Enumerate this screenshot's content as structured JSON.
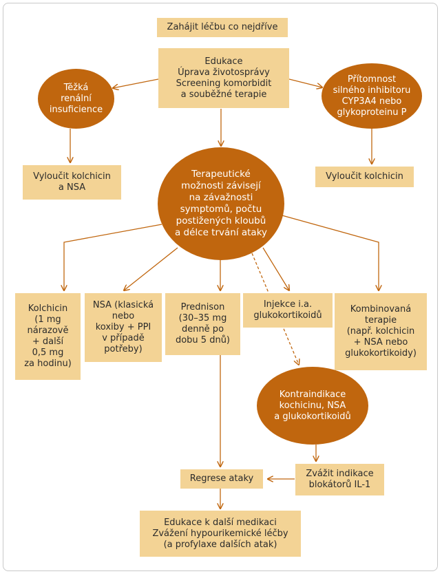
{
  "nodes": {
    "start": "Zahájit léčbu co nejdříve",
    "education": "Edukace\nÚprava životosprávy\nScreening komorbidit\na souběžné terapie",
    "renal": "Těžká\nrenální\ninsuficience",
    "inhibitor": "Přítomnost\nsilného inhibitoru\nCYP3A4 nebo\nglykoproteinu P",
    "exclude_colch_nsa": "Vyloučit kolchicin\na NSA",
    "exclude_colch": "Vyloučit kolchicin",
    "therapeutic": "Terapeutické\nmožnosti závisejí\nna závažnosti\nsymptomů, počtu\npostižených kloubů\na délce trvání ataky",
    "colchicine": "Kolchicin\n(1 mg\nnárazově\n+ další\n0,5 mg\nza hodinu)",
    "nsa": "NSA (klasická\nnebo\nkoxiby + PPI\nv případě\npotřeby)",
    "prednison": "Prednison\n(30–35 mg\ndenně po\ndobu 5 dnů)",
    "injection": "Injekce i.a.\nglukokortikoidů",
    "combination": "Kombinovaná\nterapie\n(např. kolchicin\n+ NSA nebo\nglukokortikoidy)",
    "contraindication": "Kontraindikace\nkochicinu, NSA\na glukokortikoidů",
    "il1": "Zvážit indikace\nblokátorů IL-1",
    "regression": "Regrese ataky",
    "final": "Edukace k další medikaci\nZvážení hypourikemické léčby\n(a profylaxe dalších atak)"
  },
  "colors": {
    "box_fill": "#f3d395",
    "oval_fill": "#c0660e",
    "arrow": "#c0660e",
    "text_dark": "#2b2b2b",
    "text_light": "#ffffff"
  }
}
